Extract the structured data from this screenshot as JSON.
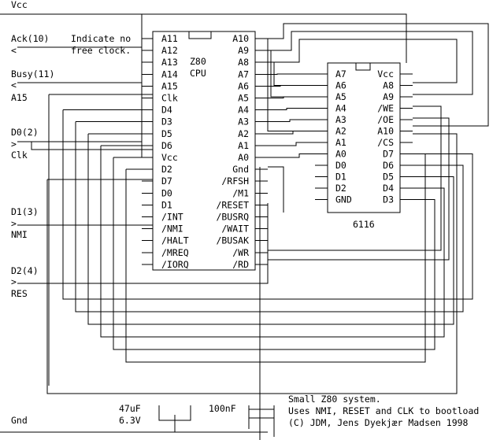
{
  "labels": {
    "vcc": "Vcc",
    "ack": "Ack(10)",
    "indicate1": "Indicate no",
    "indicate2": "free clock.",
    "busy": "Busy(11)",
    "a15": "A15",
    "d0": "D0(2)",
    "clk": "Clk",
    "d1": "D1(3)",
    "nmi": "NMI",
    "d2": "D2(4)",
    "res": "RES",
    "gnd": "Gnd",
    "arrow_left": "<",
    "arrow_right": ">"
  },
  "z80": {
    "name1": "Z80",
    "name2": "CPU",
    "left_pins": [
      "A11",
      "A12",
      "A13",
      "A14",
      "A15",
      "Clk",
      "D4",
      "D3",
      "D5",
      "D6",
      "Vcc",
      "D2",
      "D7",
      "D0",
      "D1",
      "/INT",
      "/NMI",
      "/HALT",
      "/MREQ",
      "/IORQ"
    ],
    "right_pins": [
      "A10",
      "A9",
      "A8",
      "A7",
      "A6",
      "A5",
      "A4",
      "A3",
      "A2",
      "A1",
      "A0",
      "Gnd",
      "/RFSH",
      "/M1",
      "/RESET",
      "/BUSRQ",
      "/WAIT",
      "/BUSAK",
      "/WR",
      "/RD"
    ]
  },
  "ram": {
    "name": "6116",
    "left_pins": [
      "A7",
      "A6",
      "A5",
      "A4",
      "A3",
      "A2",
      "A1",
      "A0",
      "D0",
      "D1",
      "D2",
      "GND"
    ],
    "right_pins": [
      "Vcc",
      "A8",
      "A9",
      "/WE",
      "/OE",
      "A10",
      "/CS",
      "D7",
      "D6",
      "D5",
      "D4",
      "D3"
    ]
  },
  "caps": {
    "c1_value": "47uF",
    "c1_voltage": "6.3V",
    "c2_value": "100nF"
  },
  "notes": [
    "Small Z80 system.",
    "Uses NMI, RESET and CLK to bootload",
    "(C) JDM, Jens Dyekjær Madsen 1998"
  ]
}
